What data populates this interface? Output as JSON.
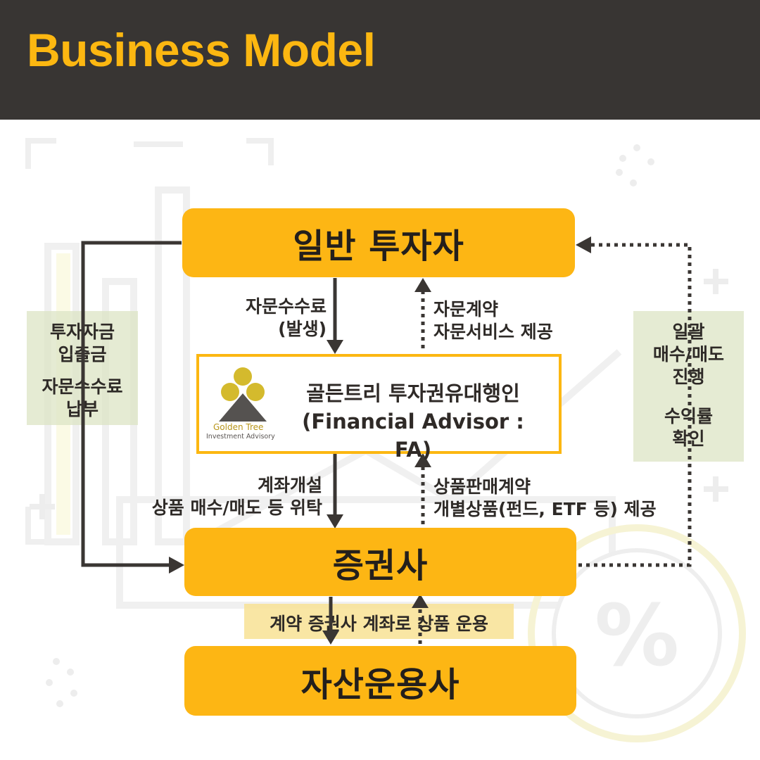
{
  "header": {
    "title": "Business Model"
  },
  "nodes": {
    "investor": "일반 투자자",
    "broker": "증권사",
    "asset_manager": "자산운용사"
  },
  "fa": {
    "line1": "골든트리 투자권유대행인",
    "line2": "(Financial Advisor : FA)",
    "logo_name": "Golden Tree",
    "logo_sub": "Investment Advisory"
  },
  "labels": {
    "fee_line1": "자문수수료",
    "fee_line2": "(발생)",
    "advisory_line1": "자문계약",
    "advisory_line2": "자문서비스 제공",
    "account_line1": "계좌개설",
    "account_line2": "상품 매수/매도 등 위탁",
    "product_line1": "상품판매계약",
    "product_line2": "개별상품(펀드, ETF 등) 제공",
    "operation": "계약 증권사 계좌로 상품 운용"
  },
  "left_box": {
    "line1": "투자자금",
    "line2": "입출금",
    "line3": "자문수수료",
    "line4": "납부"
  },
  "right_box": {
    "line1": "일괄",
    "line2": "매수/매도",
    "line3": "진행",
    "line4": "수익률",
    "line5": "확인"
  },
  "colors": {
    "header_bg": "#383533",
    "accent": "#fcb711",
    "node_fill": "#fdb614",
    "arrow": "#3a3633",
    "side_box": "#dce4c4"
  },
  "icons": [
    "percent-icon",
    "plus-icon",
    "golden-tree-logo"
  ]
}
